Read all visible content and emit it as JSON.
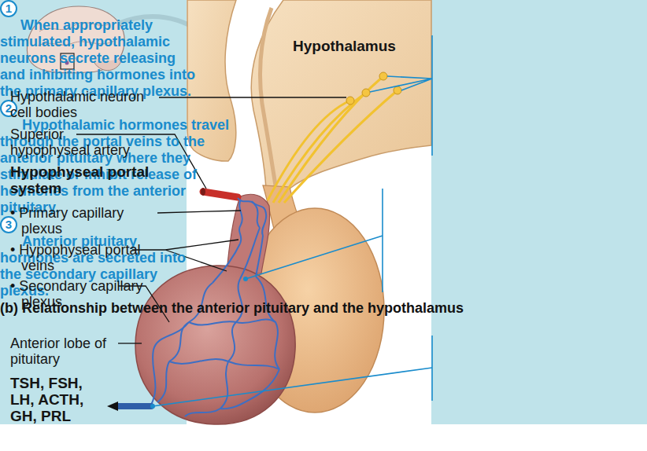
{
  "diagram": {
    "caption": "(b) Relationship between the anterior pituitary and the hypothalamus",
    "labels": [
      "Hypothalamus",
      "Hypothalamic neuron cell bodies",
      "Superior hypophyseal artery",
      "Hypophyseal portal system",
      "• Primary capillary plexus",
      "• Hypophyseal portal veins",
      "• Secondary capillary plexus",
      "Anterior lobe of pituitary",
      "TSH, FSH, LH, ACTH, GH, PRL",
      "1",
      "When appropriately stimulated, hypothalamic neurons secrete releasing and inhibiting hormones into the primary capillary plexus.",
      "2",
      "Hypothalamic hormones travel through the portal veins to the anterior pituitary where they stimulate or inhibit release of hormones from the anterior pituitary.",
      "3",
      "Anterior pituitary hormones are secreted into the secondary capillary plexus."
    ]
  }
}
